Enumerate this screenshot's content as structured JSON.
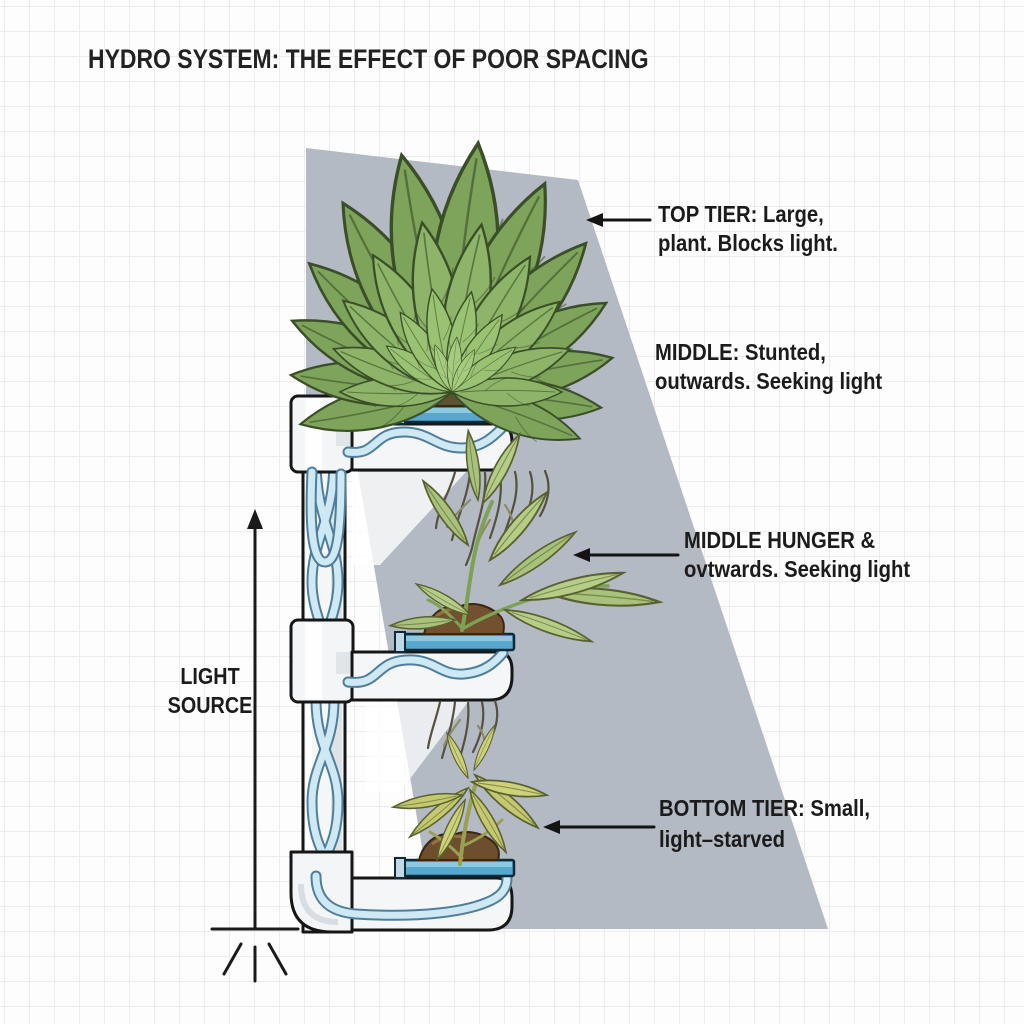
{
  "title": "HYDRO SYSTEM: THE EFFECT OF POOR SPACING",
  "labels": {
    "top_tier": {
      "line1": "TOP TIER: Large,",
      "line2": "plant. Blocks light."
    },
    "middle": {
      "line1": "MIDDLE: Stunted,",
      "line2": "outwards. Seeking light"
    },
    "middle_hunger": {
      "line1": "MIDDLE HUNGER &",
      "line2": "ovtwards. Seeking light"
    },
    "bottom_tier": {
      "line1": "BOTTOM TIER: Small,",
      "line2": "light–starved"
    },
    "light_source": {
      "line1": "LIGHT",
      "line2": "SOURCE"
    }
  },
  "icons": {
    "light_source_arrow": "up-arrow",
    "light_rays": "three-rays",
    "annotation_arrows": "left-arrow"
  },
  "colors": {
    "shadow": "#b4bac4",
    "outline": "#161616",
    "pipe": "#f4f6f8",
    "pipe_shade": "#dde3e7",
    "tube_dark": "#4e7e99",
    "tube_light": "#cfe9f4",
    "tray": "#57a7cf",
    "tray_highlight": "#8ec9e2",
    "tray_cap": "#bfd9e6",
    "soil_top": "#5e532f",
    "soil_mid": "#73502e",
    "soil_bottom": "#6d4e2f",
    "leaf_dark": "#7da45a",
    "leaf_mid": "#8db468",
    "leaf_light": "#9ac273",
    "leaf_core": "#a5cb7e",
    "leaf_pale_a": "#a9c27b",
    "leaf_pale_b": "#b6cd88",
    "leaf_wilt_a": "#c4c86e",
    "leaf_wilt_b": "#cdd17a",
    "root": "#55503f",
    "ink": "#1d1d1d"
  }
}
